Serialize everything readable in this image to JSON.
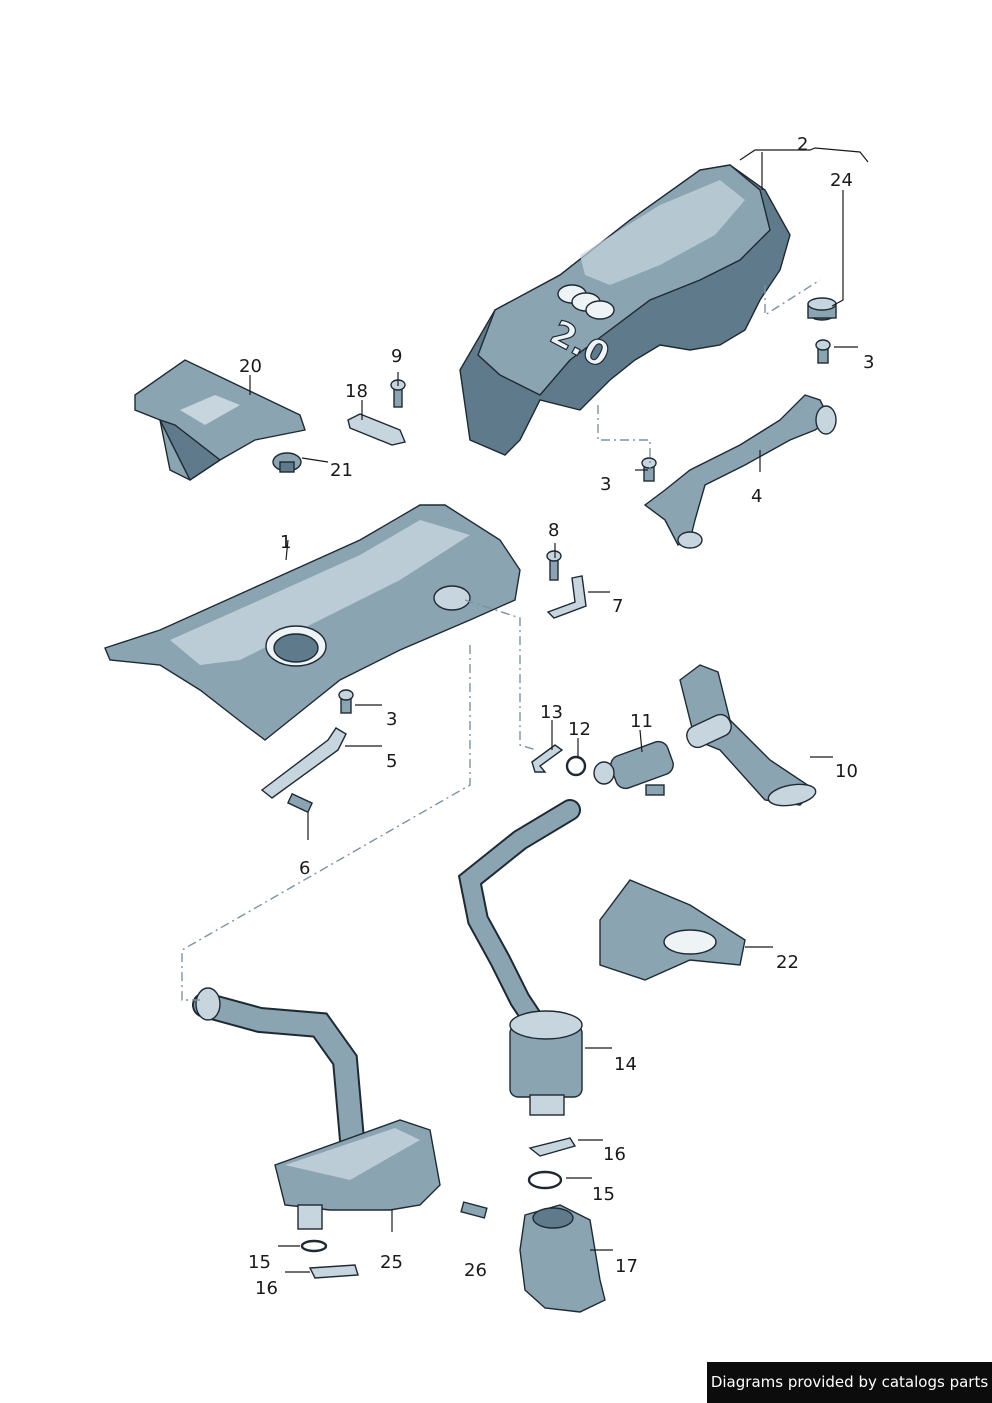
{
  "callouts": [
    {
      "id": "1",
      "text": "1"
    },
    {
      "id": "2",
      "text": "2"
    },
    {
      "id": "3a",
      "text": "3"
    },
    {
      "id": "3b",
      "text": "3"
    },
    {
      "id": "3c",
      "text": "3"
    },
    {
      "id": "4",
      "text": "4"
    },
    {
      "id": "5",
      "text": "5"
    },
    {
      "id": "6",
      "text": "6"
    },
    {
      "id": "7",
      "text": "7"
    },
    {
      "id": "8",
      "text": "8"
    },
    {
      "id": "9",
      "text": "9"
    },
    {
      "id": "10",
      "text": "10"
    },
    {
      "id": "11",
      "text": "11"
    },
    {
      "id": "12",
      "text": "12"
    },
    {
      "id": "13",
      "text": "13"
    },
    {
      "id": "14",
      "text": "14"
    },
    {
      "id": "15a",
      "text": "15"
    },
    {
      "id": "15b",
      "text": "15"
    },
    {
      "id": "16a",
      "text": "16"
    },
    {
      "id": "16b",
      "text": "16"
    },
    {
      "id": "17",
      "text": "17"
    },
    {
      "id": "18",
      "text": "18"
    },
    {
      "id": "20",
      "text": "20"
    },
    {
      "id": "21",
      "text": "21"
    },
    {
      "id": "22",
      "text": "22"
    },
    {
      "id": "24",
      "text": "24"
    },
    {
      "id": "25",
      "text": "25"
    },
    {
      "id": "26",
      "text": "26"
    }
  ],
  "engine_cover_marking": "2.0",
  "credit": "Diagrams provided by catalogs parts",
  "colors": {
    "part_fill": "#8aa4b2",
    "part_shadow": "#5f7a8a",
    "part_highlight": "#c7d6de",
    "leader": "#1a1a1a",
    "dash_line": "#7a93a6"
  }
}
